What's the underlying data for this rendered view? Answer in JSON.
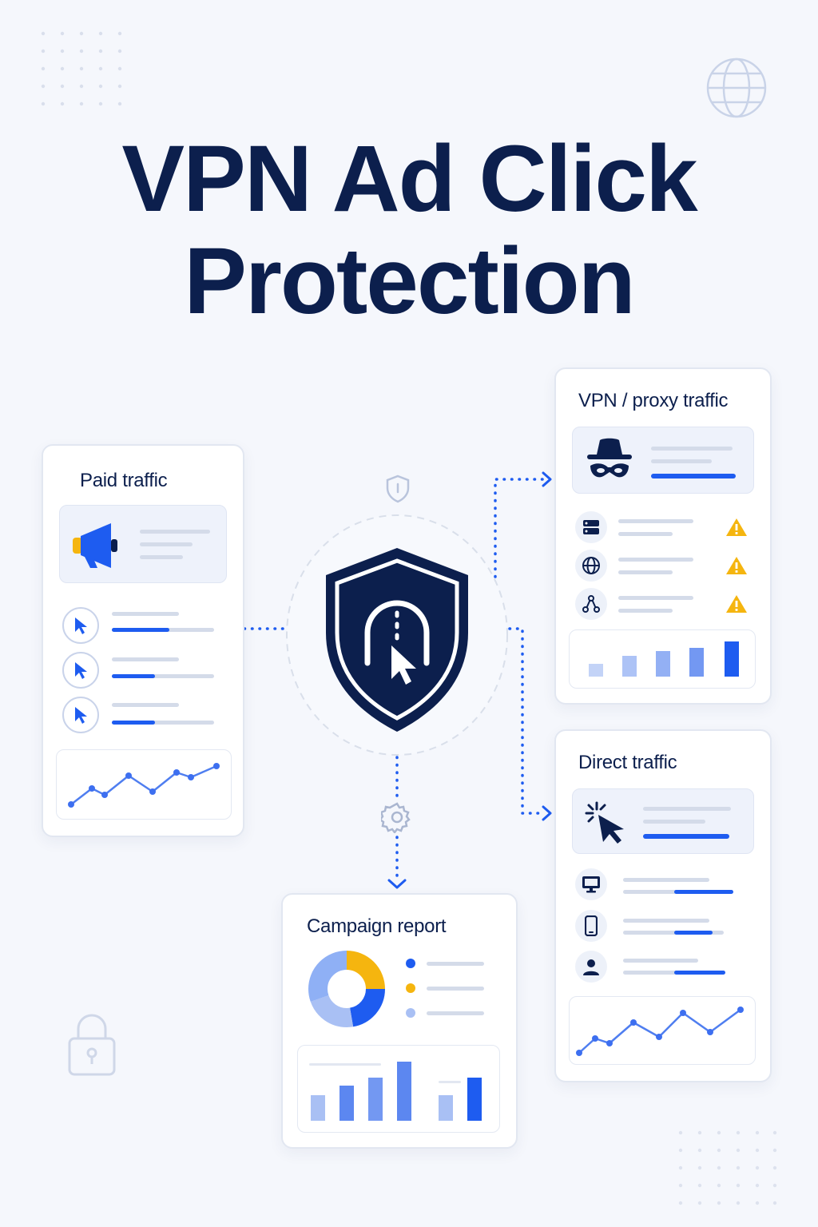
{
  "title": {
    "line1": "VPN Ad Click",
    "line2": "Protection"
  },
  "cards": {
    "paid": {
      "title": "Paid traffic"
    },
    "vpn": {
      "title": "VPN / proxy traffic"
    },
    "direct": {
      "title": "Direct traffic"
    },
    "report": {
      "title": "Campaign report"
    }
  },
  "colors": {
    "navy": "#0c1f4d",
    "blue": "#1e5cf0",
    "light_blue": "#8fb0f5",
    "amber": "#f5b50f",
    "gray_bar": "#d4dbe9",
    "background": "#f5f7fc"
  },
  "icons": {
    "center": "shield-cursor-icon",
    "paid_header": "megaphone-icon",
    "vpn_header": "incognito-icon",
    "vpn_rows": [
      "server-icon",
      "globe-icon",
      "network-icon"
    ],
    "vpn_alerts": "warning-icon",
    "direct_header": "click-cursor-icon",
    "direct_rows": [
      "monitor-icon",
      "phone-icon",
      "user-icon"
    ],
    "decor": [
      "globe-icon",
      "lock-icon",
      "gear-icon",
      "small-shield-icon"
    ]
  }
}
